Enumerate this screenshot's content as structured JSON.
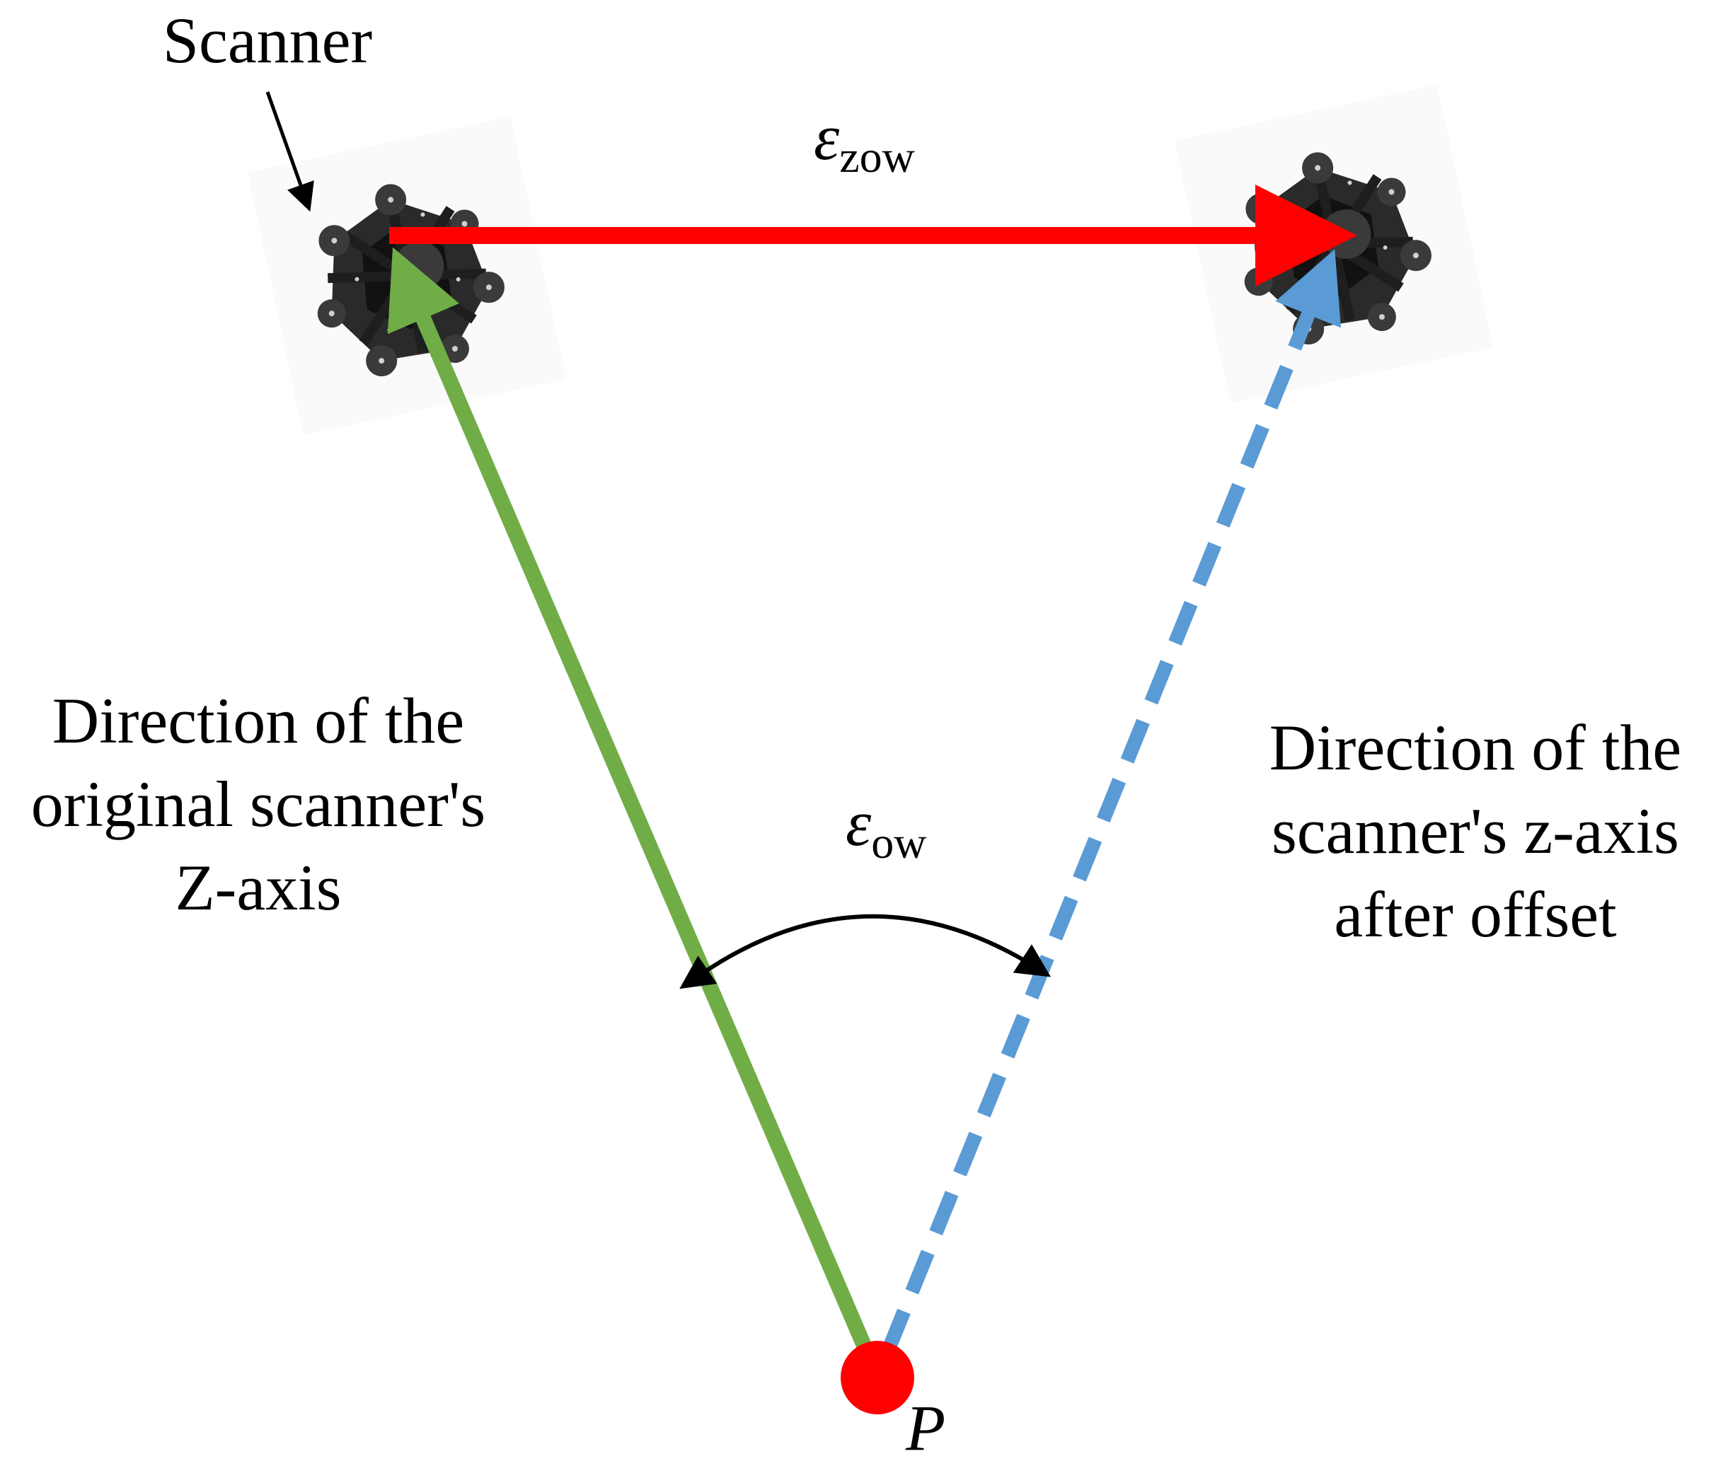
{
  "labels": {
    "scanner": "Scanner",
    "epsilon_symbol": "ε",
    "epsilon_zow_sub": "zow",
    "epsilon_ow_sub": "ow",
    "left_caption": [
      "Direction of the",
      "original scanner's",
      "Z-axis"
    ],
    "right_caption": [
      "Direction of the",
      "scanner's z-axis",
      "after offset"
    ],
    "point": "P"
  },
  "colors": {
    "translation_arrow": "#ff0000",
    "original_axis": "#70ad47",
    "offset_axis": "#5b9bd5",
    "point": "#ff0000",
    "scanner_body": "#1e1e1e",
    "angle_arc": "#000000"
  },
  "icons": {
    "scanner": "scanner-device-icon",
    "point": "point-p-marker"
  }
}
